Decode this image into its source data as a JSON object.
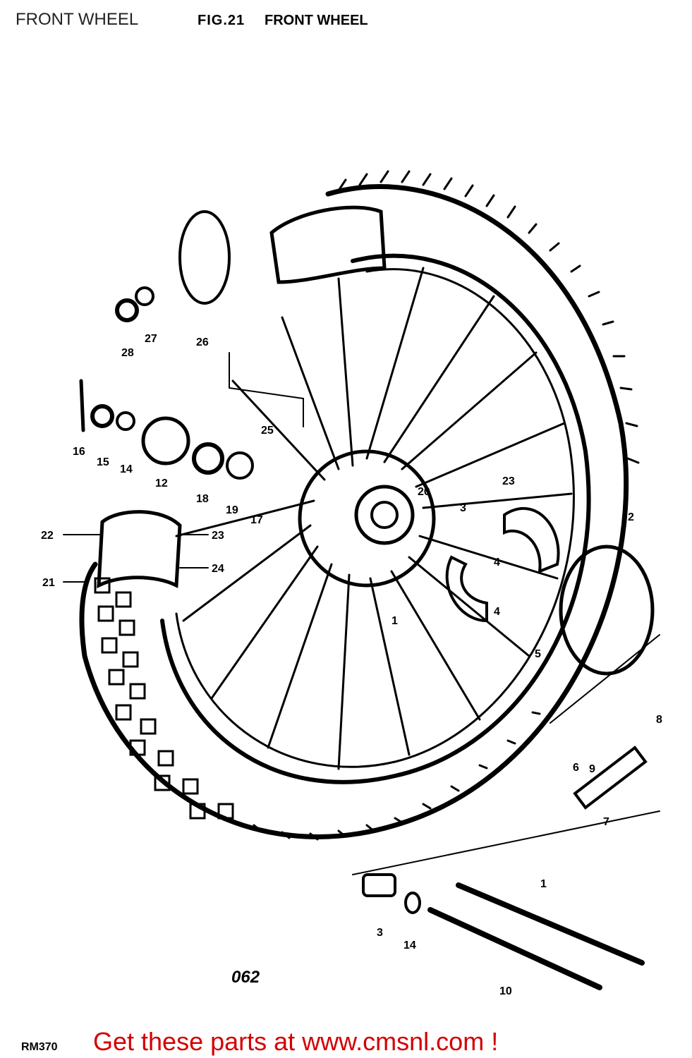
{
  "header": {
    "title": "FRONT WHEEL",
    "figure": "FIG.21",
    "figure_title": "FRONT WHEEL"
  },
  "page_number": "062",
  "diagram_code": "RM370",
  "footer_link": "Get these parts at www.cmsnl.com !",
  "part_labels": [
    "1",
    "2",
    "3",
    "4",
    "4",
    "5",
    "6",
    "7",
    "8",
    "9",
    "10",
    "12",
    "14",
    "14",
    "15",
    "16",
    "17",
    "18",
    "19",
    "20",
    "21",
    "22",
    "23",
    "23",
    "24",
    "25",
    "26",
    "27",
    "28",
    "3",
    "1"
  ]
}
